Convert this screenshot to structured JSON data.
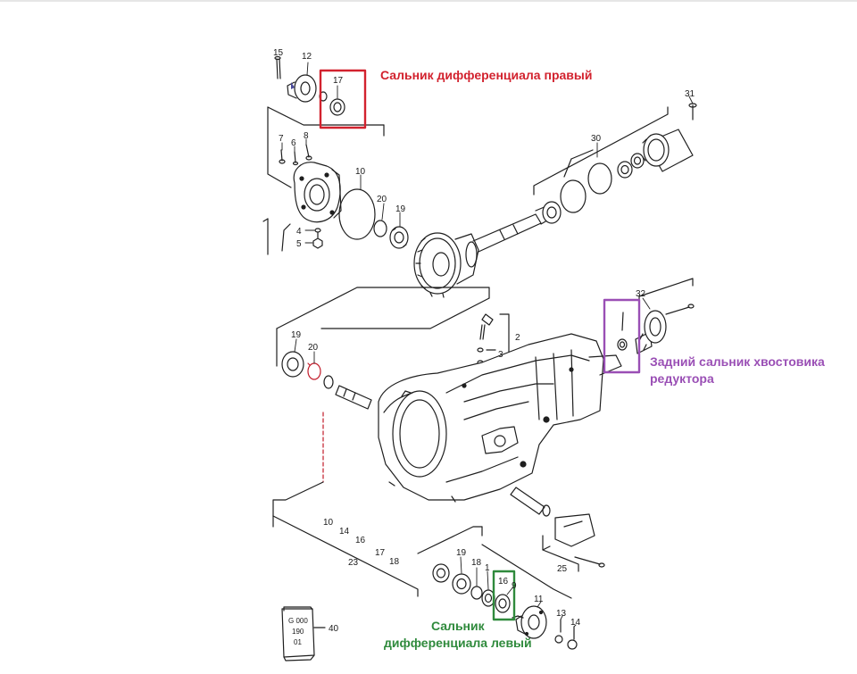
{
  "colors": {
    "right_seal": "#d2222e",
    "rear_seal": "#9a4fb5",
    "left_seal": "#2f8a3c",
    "line_art": "#1f1f1f"
  },
  "callouts": {
    "right_seal": "Сальник дифференциала правый",
    "rear_seal": [
      "Задний сальник хвостовика",
      "редуктора"
    ],
    "left_seal": [
      "Сальник",
      "дифференциала левый"
    ]
  },
  "part_numbers": {
    "p1": "1",
    "p2": "2",
    "p3": "3",
    "p4": "4",
    "p5": "5",
    "p6": "6",
    "p7": "7",
    "p8": "8",
    "p9": "9",
    "p10": "10",
    "p11": "11",
    "p12": "12",
    "p13": "13",
    "p14": "14",
    "p15": "15",
    "p16": "16",
    "p17": "17",
    "p18": "18",
    "p19": "19",
    "p20": "20",
    "p23": "23",
    "p25": "25",
    "p30": "30",
    "p31": "31",
    "p32": "32",
    "p40": "40"
  },
  "kit_labels": [
    "G 000",
    "190",
    "01"
  ]
}
